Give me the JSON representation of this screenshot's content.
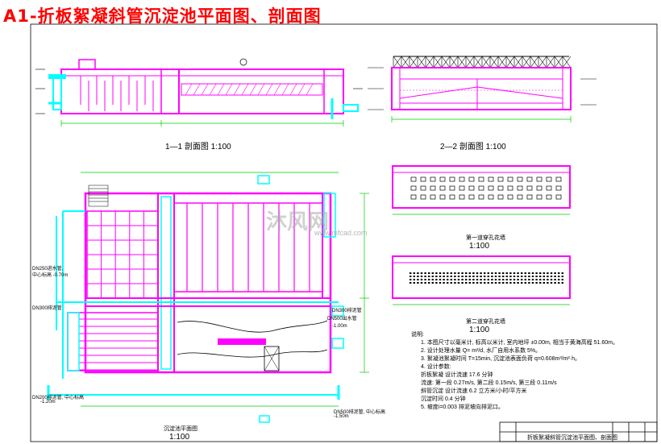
{
  "title": "A1-折板絮凝斜管沉淀池平面图、剖面图",
  "drawings": {
    "section_1": "1—1 剖面图 1:100",
    "section_2": "2—2 剖面图 1:100",
    "wall_1": "第一道穿孔花墙",
    "wall_1_scale": "1:100",
    "wall_2": "第二道穿孔花墙",
    "wall_2_scale": "1:100",
    "plan": "沉淀池平面图",
    "plan_scale": "1:100"
  },
  "pipe_labels": {
    "dn250_in": "DN250进水管,",
    "dn250_in_elev": "中心标高 -0.70m",
    "dn300_left": "DN300排泥管",
    "dn300_right": "DN300排泥管",
    "dn200_bottom": "DN200排泥管, 中心标高",
    "dn200_bottom_elev": "-1.20m",
    "dn500_out": "DN500出水管",
    "dn500_out_elev": "-1.00m",
    "dn500_bottom": "DN500排泥管, 中心标高",
    "dn500_bottom_elev": "-1.50m"
  },
  "notes": {
    "heading": "说明:",
    "items": [
      "1. 本图尺寸以毫米计, 标高以米计, 室内地坪 ±0.00m, 相当于黄海高程 51.60m。",
      "2. 设计处理水量 Q= m³/d, 水厂自用水系数 5%。",
      "3. 絮凝池絮凝时间 T=15min, 沉淀池表面负荷 q=0.608m³/m²·h。",
      "4. 设计参数:",
      "   折板絮凝 设计流速 17.6 分钟",
      "   流速: 第一段 0.27m/s, 第二段 0.15m/s, 第三段 0.11m/s",
      "   斜管沉淀 设计流速 6.2 立方米/小时/平方米",
      "   沉淀时间 0.4 分钟",
      "5. 坡度i=0.003 排泥坡向排泥口。"
    ]
  },
  "title_block": {
    "project": "折板絮凝斜管沉淀池平面图、剖面图"
  },
  "watermark": {
    "text": "沐风网",
    "url": "www.mfcad.com"
  },
  "colors": {
    "structure": "#ff00ff",
    "pipe": "#00ffff",
    "title": "#ff0000",
    "dimension": "#00cc00",
    "line": "#000000"
  }
}
